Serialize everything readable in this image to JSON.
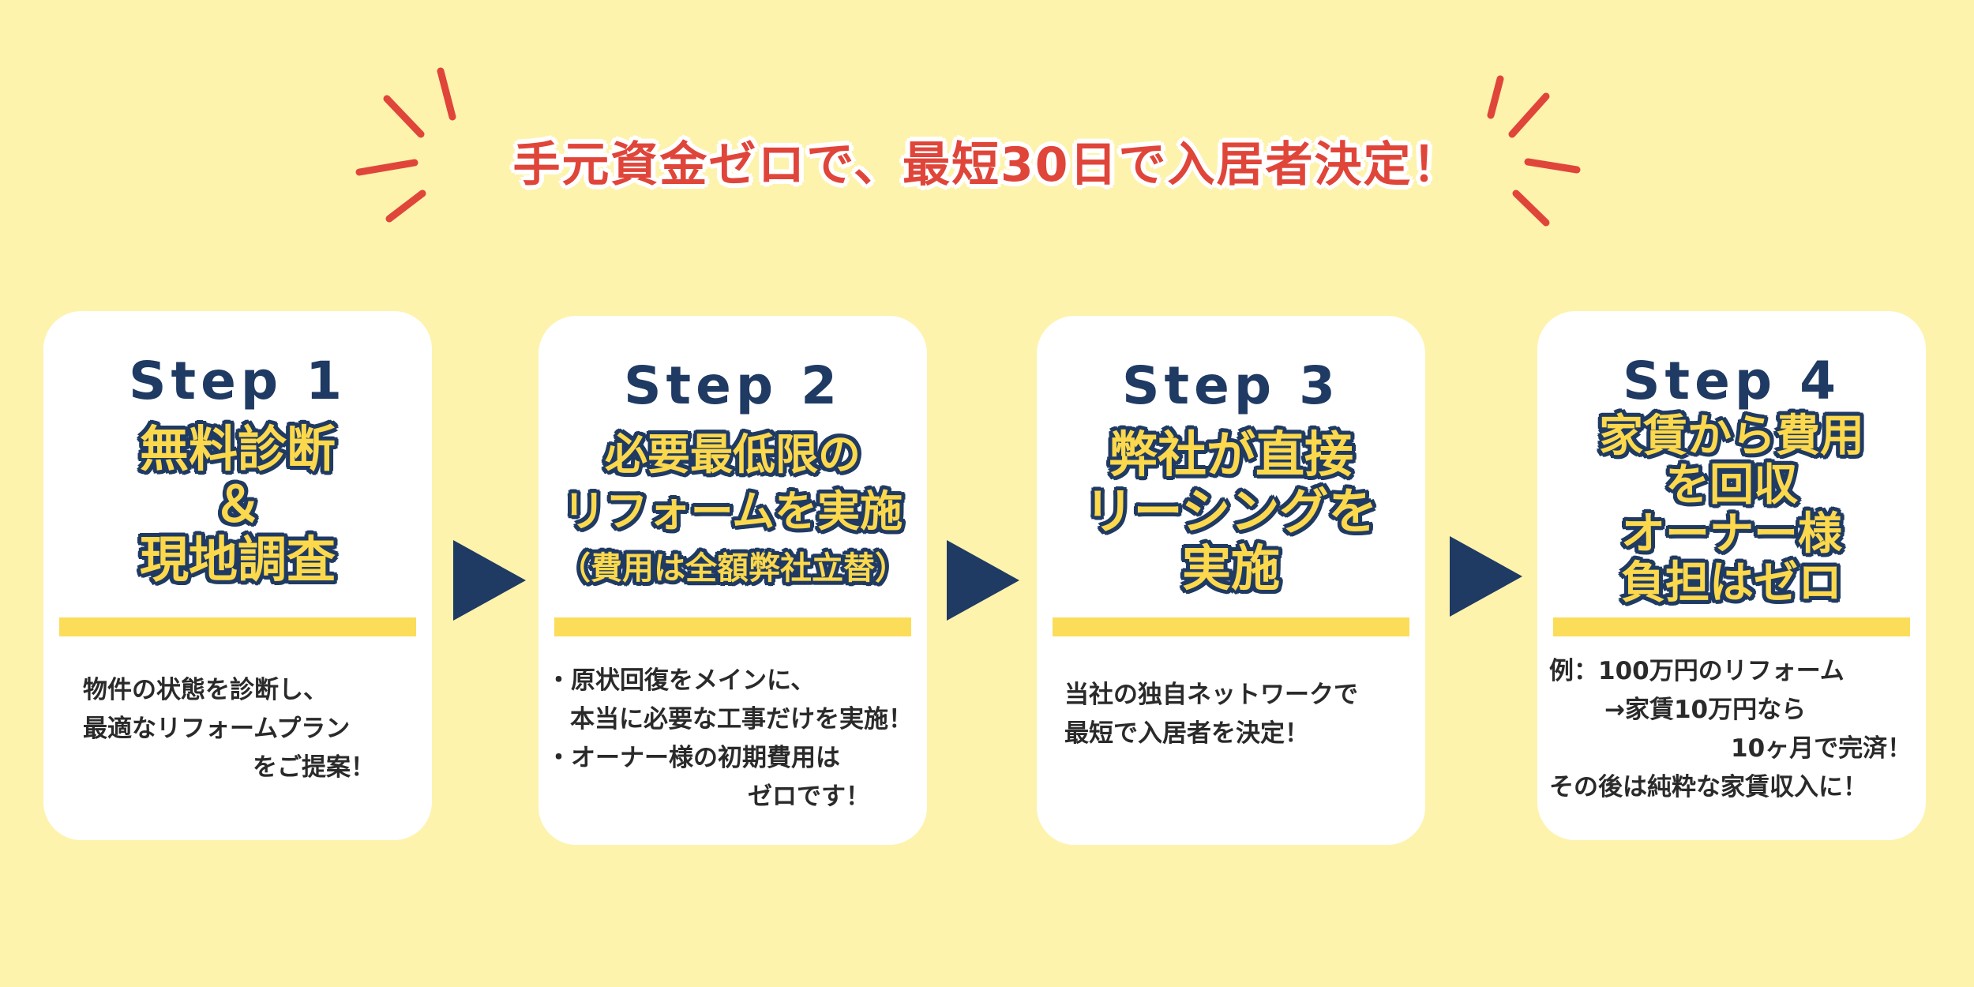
{
  "headline": "手元資金ゼロで、最短30日で入居者決定！",
  "colors": {
    "background": "#fdf3ad",
    "accent_red": "#e0453a",
    "navy": "#1f3a63",
    "yellow": "#fcd84c",
    "card": "#ffffff"
  },
  "steps": [
    {
      "title": "Step 1",
      "heading_lines": [
        "無料診断",
        "＆",
        "現地調査"
      ],
      "body_lines": [
        "物件の状態を診断し、",
        "最適なリフォームプラン",
        "をご提案！"
      ]
    },
    {
      "title": "Step 2",
      "heading_lines": [
        "必要最低限の",
        "リフォームを実施",
        "（費用は全額弊社立替）"
      ],
      "body_lines": [
        "・原状回復をメインに、",
        "本当に必要な工事だけを実施！",
        "・オーナー様の初期費用は",
        "ゼロです！"
      ]
    },
    {
      "title": "Step 3",
      "heading_lines": [
        "弊社が直接",
        "リーシングを",
        "実施"
      ],
      "body_lines": [
        "当社の独自ネットワークで",
        "最短で入居者を決定！"
      ]
    },
    {
      "title": "Step 4",
      "heading_lines": [
        "家賃から費用",
        "を回収",
        "オーナー様",
        "負担はゼロ"
      ],
      "body_lines": [
        "例：100万円のリフォーム",
        "→家賃10万円なら",
        "10ヶ月で完済！",
        "その後は純粋な家賃収入に！"
      ]
    }
  ],
  "icons": {
    "arrow": "triangle-right-icon",
    "burst": "burst-lines-icon"
  }
}
